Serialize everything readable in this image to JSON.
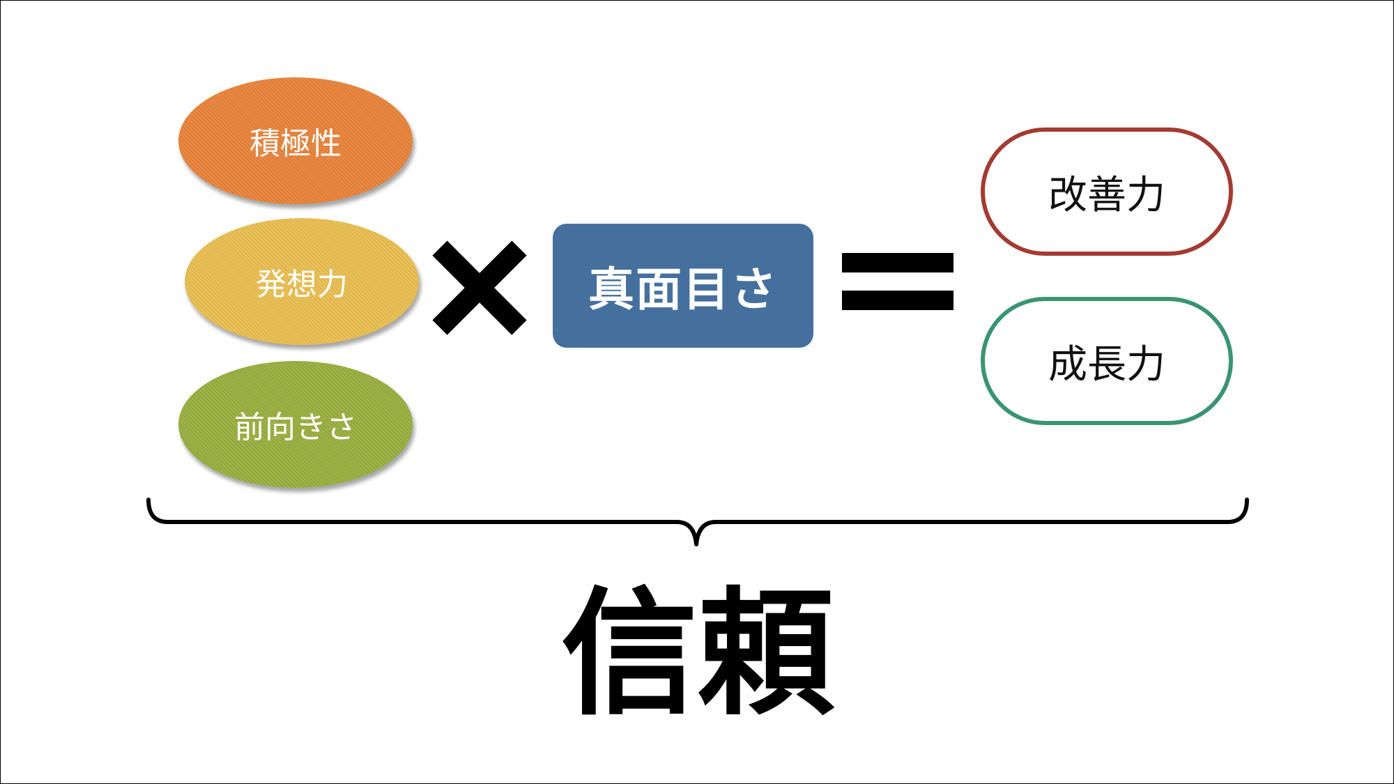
{
  "diagram": {
    "qualities": [
      {
        "label": "積極性",
        "color": "#e8833a"
      },
      {
        "label": "発想力",
        "color": "#e9bd50"
      },
      {
        "label": "前向きさ",
        "color": "#9aae3f"
      }
    ],
    "operator_multiply": "×",
    "core": {
      "label": "真面目さ",
      "color": "#45709e"
    },
    "operator_equals": "=",
    "results": [
      {
        "label": "改善力",
        "border_color": "#a23b32"
      },
      {
        "label": "成長力",
        "border_color": "#3a9472"
      }
    ],
    "outcome": "信頼"
  }
}
